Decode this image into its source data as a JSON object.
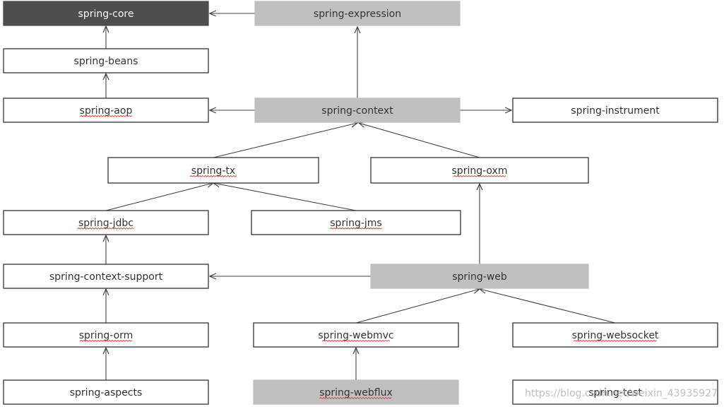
{
  "diagram": {
    "colors": {
      "dark": "#4d4d4d",
      "light": "#c0c0c0",
      "white": "#ffffff",
      "border": "#333333",
      "line": "#444444",
      "text_dark": "#ffffff",
      "text_normal": "#333333",
      "squiggle": "#e03b3b"
    },
    "nodes": [
      {
        "id": "core",
        "label": "spring-core",
        "style": "dark"
      },
      {
        "id": "expression",
        "label": "spring-expression",
        "style": "light"
      },
      {
        "id": "beans",
        "label": "spring-beans",
        "style": "white"
      },
      {
        "id": "aop",
        "label": "spring-aop",
        "style": "white",
        "squiggle": true
      },
      {
        "id": "context",
        "label": "spring-context",
        "style": "light"
      },
      {
        "id": "instrument",
        "label": "spring-instrument",
        "style": "white"
      },
      {
        "id": "tx",
        "label": "spring-tx",
        "style": "white",
        "squiggle": true
      },
      {
        "id": "oxm",
        "label": "spring-oxm",
        "style": "white",
        "squiggle": true
      },
      {
        "id": "jdbc",
        "label": "spring-jdbc",
        "style": "white",
        "squiggle": true
      },
      {
        "id": "jms",
        "label": "spring-jms",
        "style": "white",
        "squiggle": true
      },
      {
        "id": "context_support",
        "label": "spring-context-support",
        "style": "white"
      },
      {
        "id": "web",
        "label": "spring-web",
        "style": "light"
      },
      {
        "id": "orm",
        "label": "spring-orm",
        "style": "white",
        "squiggle": true
      },
      {
        "id": "webmvc",
        "label": "spring-webmvc",
        "style": "white",
        "squiggle": true
      },
      {
        "id": "websocket",
        "label": "spring-websocket",
        "style": "white",
        "squiggle": true
      },
      {
        "id": "aspects",
        "label": "spring-aspects",
        "style": "white"
      },
      {
        "id": "webflux",
        "label": "spring-webflux",
        "style": "light",
        "squiggle": true
      },
      {
        "id": "test",
        "label": "spring-test",
        "style": "white"
      }
    ],
    "edges": [
      {
        "from": "expression",
        "to": "core"
      },
      {
        "from": "beans",
        "to": "core"
      },
      {
        "from": "aop",
        "to": "beans"
      },
      {
        "from": "context",
        "to": "expression"
      },
      {
        "from": "context",
        "to": "aop"
      },
      {
        "from": "context",
        "to": "instrument"
      },
      {
        "from": "tx",
        "to": "context"
      },
      {
        "from": "oxm",
        "to": "context"
      },
      {
        "from": "jdbc",
        "to": "tx"
      },
      {
        "from": "jms",
        "to": "tx"
      },
      {
        "from": "context_support",
        "to": "jdbc"
      },
      {
        "from": "web",
        "to": "oxm"
      },
      {
        "from": "web",
        "to": "context_support"
      },
      {
        "from": "orm",
        "to": "context_support"
      },
      {
        "from": "webmvc",
        "to": "web"
      },
      {
        "from": "websocket",
        "to": "web"
      },
      {
        "from": "aspects",
        "to": "orm"
      },
      {
        "from": "webflux",
        "to": "webmvc"
      }
    ]
  },
  "watermark": "https://blog.csdn.net/weixin_43935927"
}
